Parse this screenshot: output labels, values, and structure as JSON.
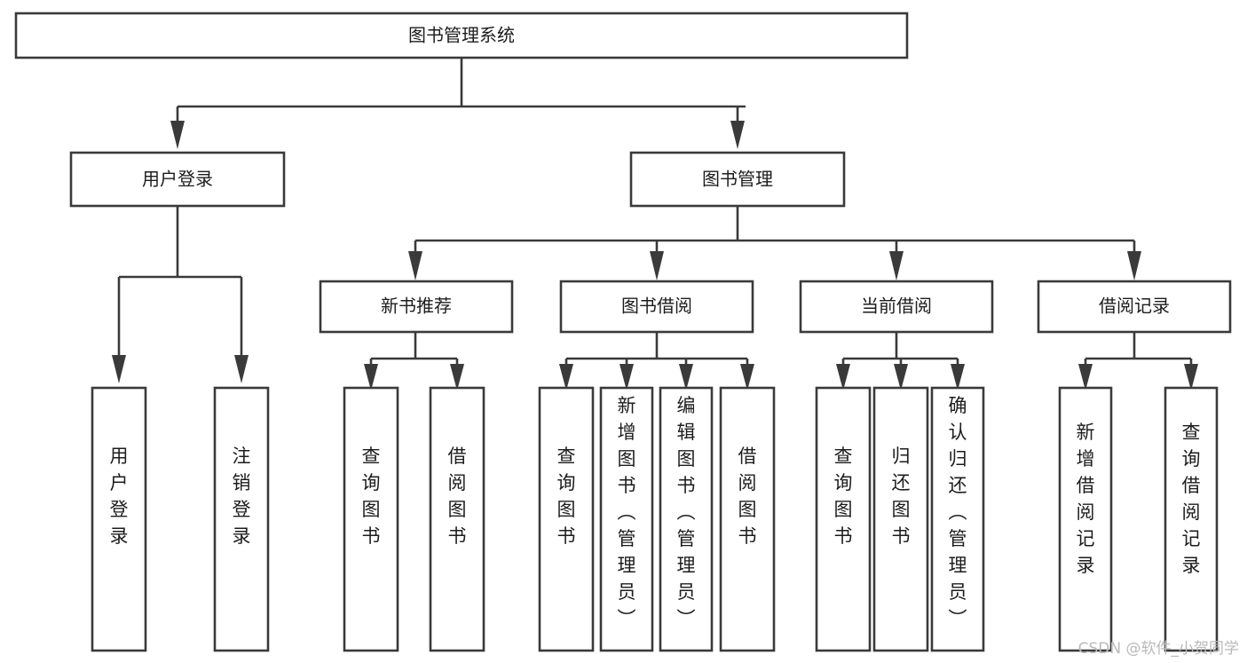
{
  "diagram": {
    "title": "图书管理系统",
    "type": "tree",
    "root": {
      "id": "root",
      "label": "图书管理系统",
      "orientation": "horizontal"
    },
    "level2": [
      {
        "id": "user-login",
        "label": "用户登录",
        "orientation": "horizontal"
      },
      {
        "id": "book-manage",
        "label": "图书管理",
        "orientation": "horizontal"
      }
    ],
    "level3": [
      {
        "id": "new-book-recommend",
        "label": "新书推荐",
        "orientation": "horizontal",
        "parent": "book-manage"
      },
      {
        "id": "book-borrow",
        "label": "图书借阅",
        "orientation": "horizontal",
        "parent": "book-manage"
      },
      {
        "id": "current-borrow",
        "label": "当前借阅",
        "orientation": "horizontal",
        "parent": "book-manage"
      },
      {
        "id": "borrow-record",
        "label": "借阅记录",
        "orientation": "horizontal",
        "parent": "book-manage"
      }
    ],
    "leaves": [
      {
        "id": "leaf-user-login",
        "label": "用户登录",
        "parent": "user-login",
        "orientation": "vertical"
      },
      {
        "id": "leaf-user-logout",
        "label": "注销登录",
        "parent": "user-login",
        "orientation": "vertical"
      },
      {
        "id": "leaf-query-book-1",
        "label": "查询图书",
        "parent": "new-book-recommend",
        "orientation": "vertical"
      },
      {
        "id": "leaf-borrow-book-1",
        "label": "借阅图书",
        "parent": "new-book-recommend",
        "orientation": "vertical"
      },
      {
        "id": "leaf-query-book-2",
        "label": "查询图书",
        "parent": "book-borrow",
        "orientation": "vertical"
      },
      {
        "id": "leaf-add-book",
        "label": "新增图书（管理员）",
        "parent": "book-borrow",
        "orientation": "vertical"
      },
      {
        "id": "leaf-edit-book",
        "label": "编辑图书（管理员）",
        "parent": "book-borrow",
        "orientation": "vertical"
      },
      {
        "id": "leaf-borrow-book-2",
        "label": "借阅图书",
        "parent": "book-borrow",
        "orientation": "vertical"
      },
      {
        "id": "leaf-query-book-3",
        "label": "查询图书",
        "parent": "current-borrow",
        "orientation": "vertical"
      },
      {
        "id": "leaf-return-book",
        "label": "归还图书",
        "parent": "current-borrow",
        "orientation": "vertical"
      },
      {
        "id": "leaf-confirm-return",
        "label": "确认归还（管理员）",
        "parent": "current-borrow",
        "orientation": "vertical"
      },
      {
        "id": "leaf-add-record",
        "label": "新增借阅记录",
        "parent": "borrow-record",
        "orientation": "vertical"
      },
      {
        "id": "leaf-query-record",
        "label": "查询借阅记录",
        "parent": "borrow-record",
        "orientation": "vertical"
      }
    ],
    "colors": {
      "box_fill": "#ffffff",
      "box_stroke": "#3a3a3a",
      "text": "#1c1c1c",
      "connector": "#3a3a3a",
      "watermark": "#b9b9b9",
      "background": "#ffffff"
    }
  },
  "watermark": {
    "text": "CSDN @软件_小贺同学"
  }
}
